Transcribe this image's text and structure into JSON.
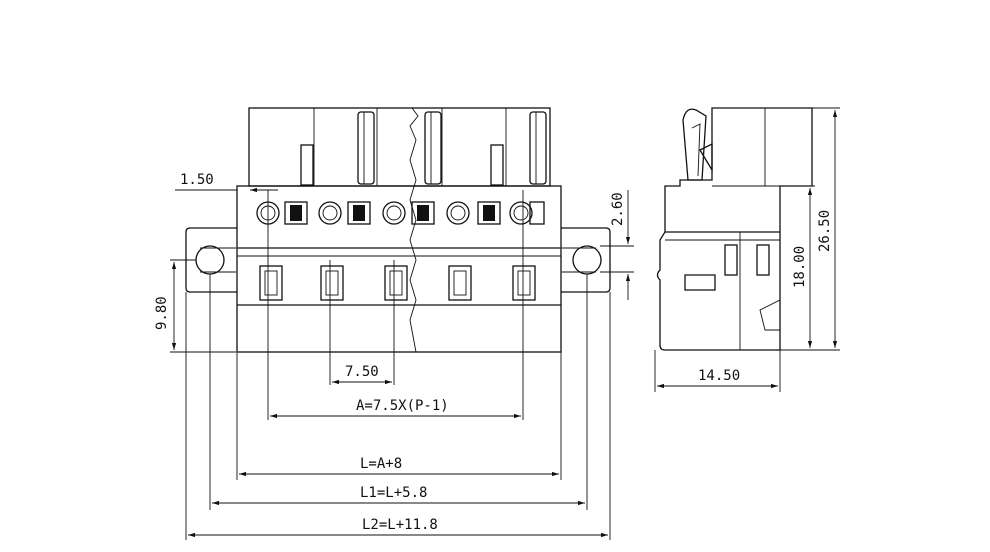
{
  "dimensions": {
    "offset_top": "1.50",
    "height_left": "9.80",
    "pitch": "7.50",
    "a_formula": "A=7.5X(P-1)",
    "l_formula": "L=A+8",
    "l1_formula": "L1=L+5.8",
    "l2_formula": "L2=L+11.8",
    "hole_offset": "2.60",
    "side_width": "14.50",
    "side_height_inner": "18.00",
    "side_height_total": "26.50"
  }
}
